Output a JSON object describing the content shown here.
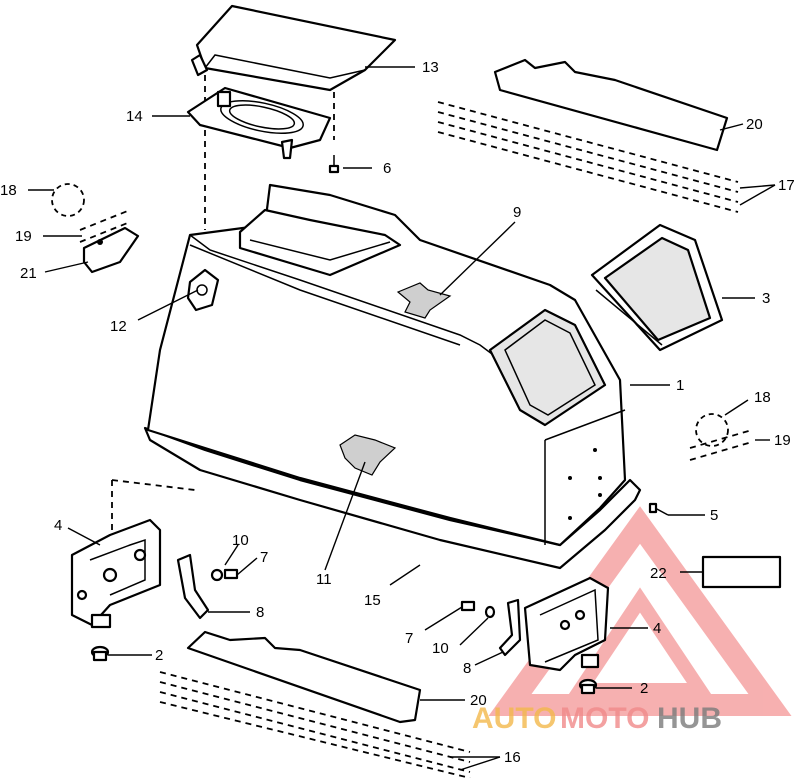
{
  "diagram": {
    "callouts": [
      {
        "id": "c13a",
        "text": "13"
      },
      {
        "id": "c14",
        "text": "14"
      },
      {
        "id": "c6",
        "text": "6"
      },
      {
        "id": "c20a",
        "text": "20"
      },
      {
        "id": "c17",
        "text": "17"
      },
      {
        "id": "c18a",
        "text": "18"
      },
      {
        "id": "c19a",
        "text": "19"
      },
      {
        "id": "c21",
        "text": "21"
      },
      {
        "id": "c9",
        "text": "9"
      },
      {
        "id": "c3",
        "text": "3"
      },
      {
        "id": "c12",
        "text": "12"
      },
      {
        "id": "c1",
        "text": "1"
      },
      {
        "id": "c18b",
        "text": "18"
      },
      {
        "id": "c19b",
        "text": "19"
      },
      {
        "id": "c5",
        "text": "5"
      },
      {
        "id": "c4a",
        "text": "4"
      },
      {
        "id": "c10a",
        "text": "10"
      },
      {
        "id": "c7a",
        "text": "7"
      },
      {
        "id": "c11",
        "text": "11"
      },
      {
        "id": "c8a",
        "text": "8"
      },
      {
        "id": "c2a",
        "text": "2"
      },
      {
        "id": "c15",
        "text": "15"
      },
      {
        "id": "c22",
        "text": "22"
      },
      {
        "id": "c4b",
        "text": "4"
      },
      {
        "id": "c7b",
        "text": "7"
      },
      {
        "id": "c10b",
        "text": "10"
      },
      {
        "id": "c8b",
        "text": "8"
      },
      {
        "id": "c2b",
        "text": "2"
      },
      {
        "id": "c20b",
        "text": "20"
      },
      {
        "id": "c16",
        "text": "16"
      }
    ]
  },
  "watermark": {
    "brand_part1": "AUTO",
    "brand_part2": "MOTO",
    "brand_part3": "HUB",
    "colors": {
      "part1": "#f2b84b",
      "part2": "#f08a8a",
      "part3": "#7a7a7a",
      "triangle": "#f07070"
    }
  }
}
